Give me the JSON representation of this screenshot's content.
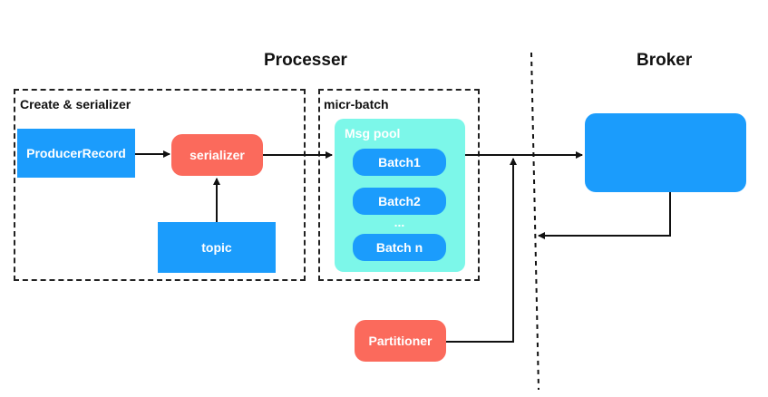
{
  "headings": {
    "processer": "Processer",
    "broker": "Broker"
  },
  "groups": {
    "create": {
      "label": "Create & serializer"
    },
    "micro_batch": {
      "label": "micr-batch"
    }
  },
  "nodes": {
    "producer_record": "ProducerRecord",
    "serializer": "serializer",
    "topic": "topic",
    "partitioner": "Partitioner",
    "broker": ""
  },
  "msg_pool": {
    "label": "Msg pool",
    "batches": [
      "Batch1",
      "Batch2",
      "Batch n"
    ],
    "ellipsis": "..."
  },
  "colors": {
    "blue": "#1b9cfc",
    "red": "#fb6a5c",
    "aqua": "#7cf7e9"
  }
}
